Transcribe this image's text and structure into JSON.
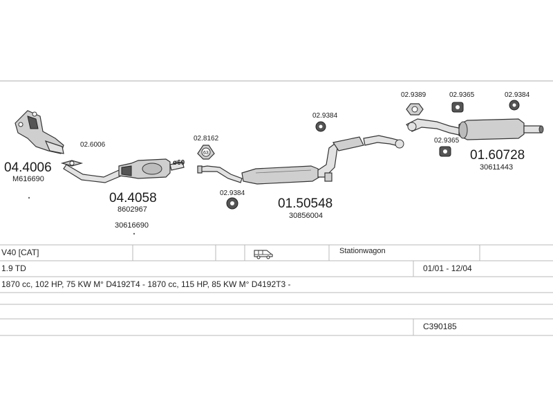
{
  "parts": {
    "p1": {
      "number": "04.4006",
      "ref": "M616690"
    },
    "p2": {
      "number": "02.6006"
    },
    "p3": {
      "number": "04.4058",
      "ref1": "8602967",
      "ref2": "30616690"
    },
    "p4": {
      "label": "ø60"
    },
    "p5": {
      "number": "02.8162",
      "badge": "63"
    },
    "p6": {
      "number": "02.9384"
    },
    "p7": {
      "number": "01.50548",
      "ref": "30856004"
    },
    "p8": {
      "number": "02.9384"
    },
    "p9": {
      "number": "02.9389"
    },
    "p10": {
      "number": "02.9365"
    },
    "p11": {
      "number": "02.9384"
    },
    "p12": {
      "number": "02.9365"
    },
    "p13": {
      "number": "01.60728",
      "ref": "30611443"
    }
  },
  "table": {
    "row1": {
      "model": "V40  [CAT]",
      "body": "Stationwagon",
      "vehicle_icon": "van-icon"
    },
    "row2": {
      "engine": "1.9 TD",
      "date": "01/01 - 12/04"
    },
    "row3": {
      "specs": "1870 cc, 102 HP, 75 KW M° D4192T4 - 1870 cc, 115 HP, 85 KW M° D4192T3 -"
    },
    "row5": {
      "code": "C390185"
    }
  },
  "colors": {
    "line": "#b8b8b8",
    "part_fill": "#cfcfcf",
    "text": "#1a1a1a"
  }
}
